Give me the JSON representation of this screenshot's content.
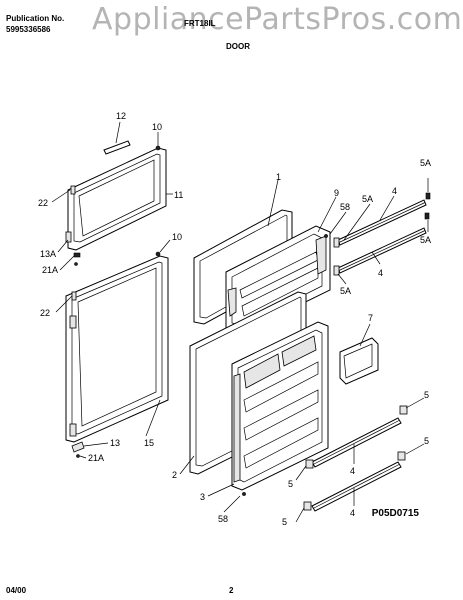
{
  "header": {
    "publication_label": "Publication No.",
    "publication_number": "5995336586",
    "model": "FRT18IL",
    "watermark": "AppliancePartsPros.com",
    "section": "DOOR"
  },
  "footer": {
    "date": "04/00",
    "page": "2"
  },
  "diagram_code": "P05D0715",
  "callouts": {
    "c12": "12",
    "c10a": "10",
    "c11": "11",
    "c22a": "22",
    "c13A": "13A",
    "c21Aa": "21A",
    "c10b": "10",
    "c22b": "22",
    "c15": "15",
    "c13": "13",
    "c21Ab": "21A",
    "c1": "1",
    "c9": "9",
    "c58a": "58",
    "c5Aa": "5A",
    "c4a": "4",
    "c5Ab": "5A",
    "c5Ac": "5A",
    "c4b": "4",
    "c5Ad": "5A",
    "c7": "7",
    "c5a": "5",
    "c2": "2",
    "c3": "3",
    "c5b": "5",
    "c4c": "4",
    "c5c": "5",
    "c5d": "5",
    "c4d": "4",
    "c58b": "58"
  }
}
